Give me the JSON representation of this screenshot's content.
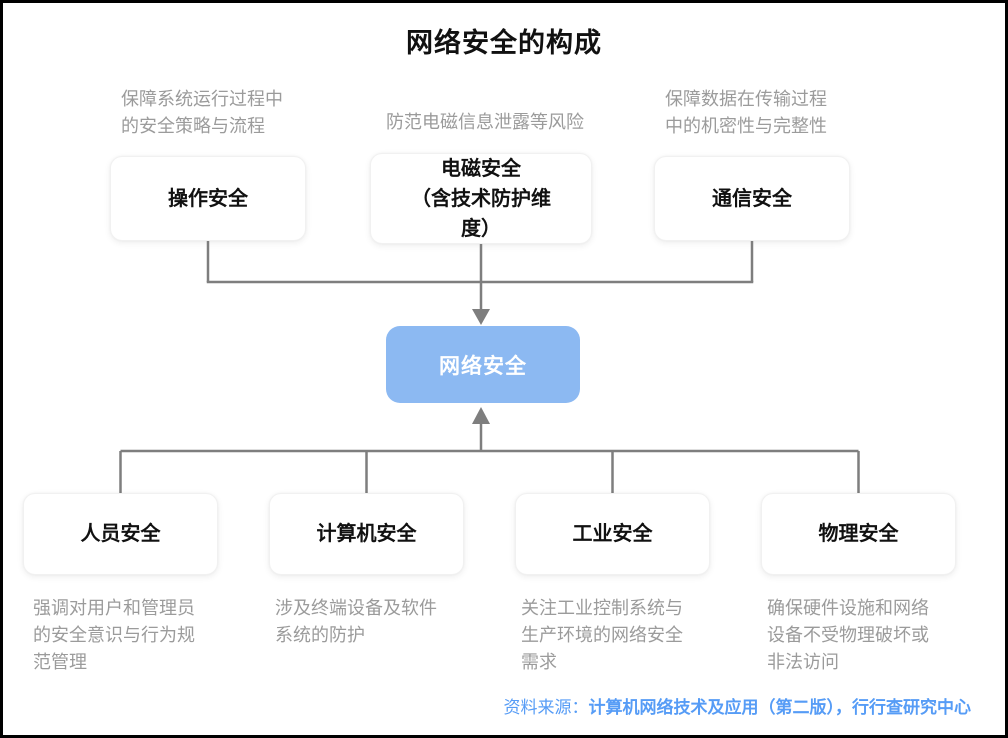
{
  "title": "网络安全的构成",
  "center": {
    "label": "网络安全"
  },
  "top_branches": [
    {
      "label": "操作安全",
      "annotation": "保障系统运行过程中\n的安全策略与流程"
    },
    {
      "label": "电磁安全\n（含技术防护维\n度）",
      "annotation": "防范电磁信息泄露等风险"
    },
    {
      "label": "通信安全",
      "annotation": "保障数据在传输过程\n中的机密性与完整性"
    }
  ],
  "bottom_branches": [
    {
      "label": "人员安全",
      "description": "强调对用户和管理员\n的安全意识与行为规\n范管理"
    },
    {
      "label": "计算机安全",
      "description": "涉及终端设备及软件\n系统的防护"
    },
    {
      "label": "工业安全",
      "description": "关注工业控制系统与\n生产环境的网络安全\n需求"
    },
    {
      "label": "物理安全",
      "description": "确保硬件设施和网络\n设备不受物理破坏或\n非法访问"
    }
  ],
  "source": {
    "prefix": "资料来源：",
    "text": "计算机网络技术及应用（第二版），行行查研究中心"
  },
  "colors": {
    "center_node_fill": "#8CB9F2",
    "connector_gray": "#7e7e7e",
    "annotation_gray": "#9b9b9b",
    "source_blue": "#569CF6",
    "title_black": "#111111"
  }
}
